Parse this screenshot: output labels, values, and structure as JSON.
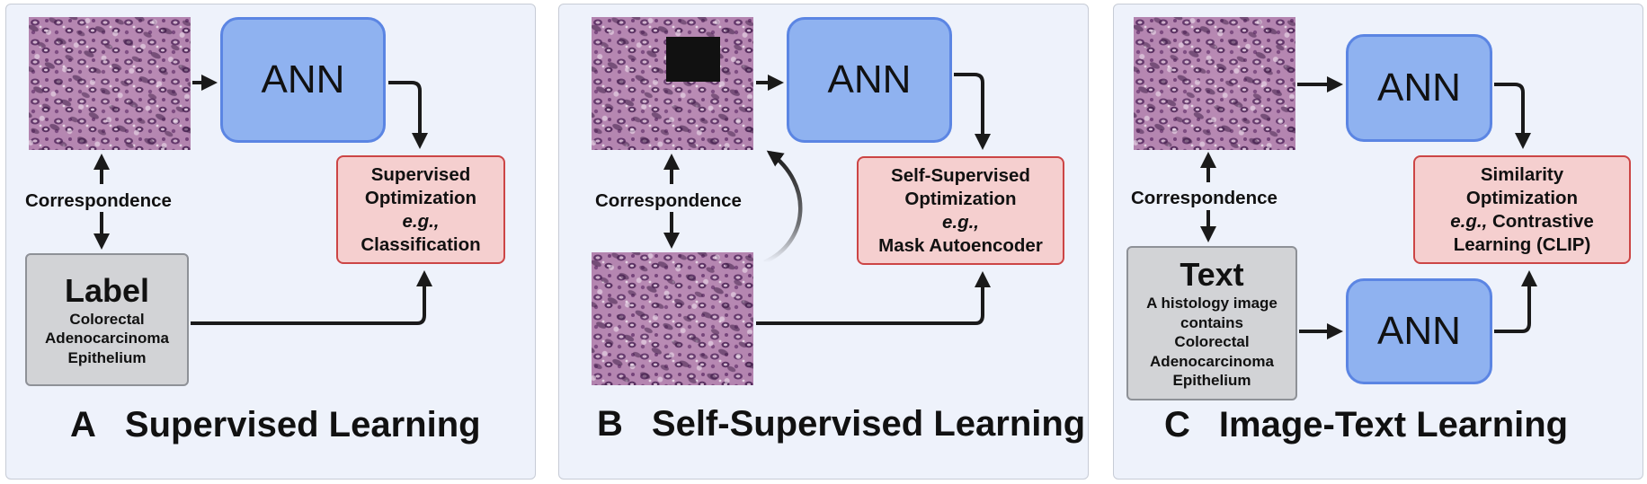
{
  "colors": {
    "panel_bg": "#eef2fb",
    "ann_fill": "#8fb2f0",
    "ann_border": "#5b85e3",
    "objective_fill": "#f5cfcf",
    "objective_border": "#cc4545",
    "label_fill": "#d2d3d6",
    "arrow": "#1a1a1a"
  },
  "panels": [
    {
      "letter": "A",
      "title": "Supervised Learning",
      "ann": "ANN",
      "correspondence": "Correspondence",
      "objective": {
        "line1": "Supervised",
        "line2": "Optimization",
        "line3": "e.g.,",
        "line4": "Classification"
      },
      "label_box": {
        "head": "Label",
        "line1": "Colorectal",
        "line2": "Adenocarcinoma",
        "line3": "Epithelium"
      }
    },
    {
      "letter": "B",
      "title": "Self-Supervised Learning",
      "ann": "ANN",
      "correspondence": "Correspondence",
      "objective": {
        "line1": "Self-Supervised",
        "line2": "Optimization",
        "line3": "e.g.,",
        "line4": "Mask Autoencoder"
      }
    },
    {
      "letter": "C",
      "title": "Image-Text Learning",
      "ann_top": "ANN",
      "ann_bottom": "ANN",
      "correspondence": "Correspondence",
      "objective": {
        "line1": "Similarity",
        "line2": "Optimization",
        "line3_em": "e.g.,",
        "line3_rest": " Contrastive",
        "line4": "Learning (CLIP)"
      },
      "text_box": {
        "head": "Text",
        "line1": "A histology image",
        "line2": "contains",
        "line3": "Colorectal",
        "line4": "Adenocarcinoma",
        "line5": "Epithelium"
      }
    }
  ]
}
